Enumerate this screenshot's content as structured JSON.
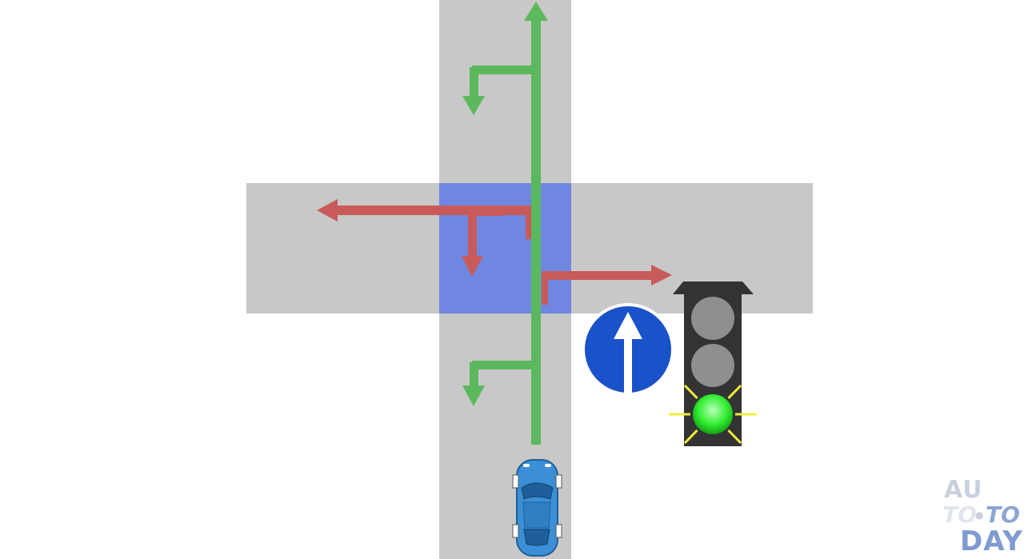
{
  "colors": {
    "background": "#ffffff",
    "road": "#c8c8c8",
    "intersection": "#6f87e0",
    "permitted_arrow": "#5cb85c",
    "prohibited_arrow": "#c85a5a",
    "sign_blue": "#1a52c9",
    "traffic_light_body": "#333333",
    "green_light": "#33ee33",
    "car": "#3b8fd6"
  },
  "scene": {
    "sign": {
      "icon": "straight-only-sign-icon",
      "meaning": "straight-only"
    },
    "traffic_light": {
      "icon": "traffic-light-icon",
      "lit": "green"
    },
    "car": {
      "icon": "car-icon"
    }
  },
  "watermark": {
    "line1": "AU",
    "line2a": "TO",
    "line2dot": "●",
    "line2b": "TO",
    "line3": "DAY"
  }
}
